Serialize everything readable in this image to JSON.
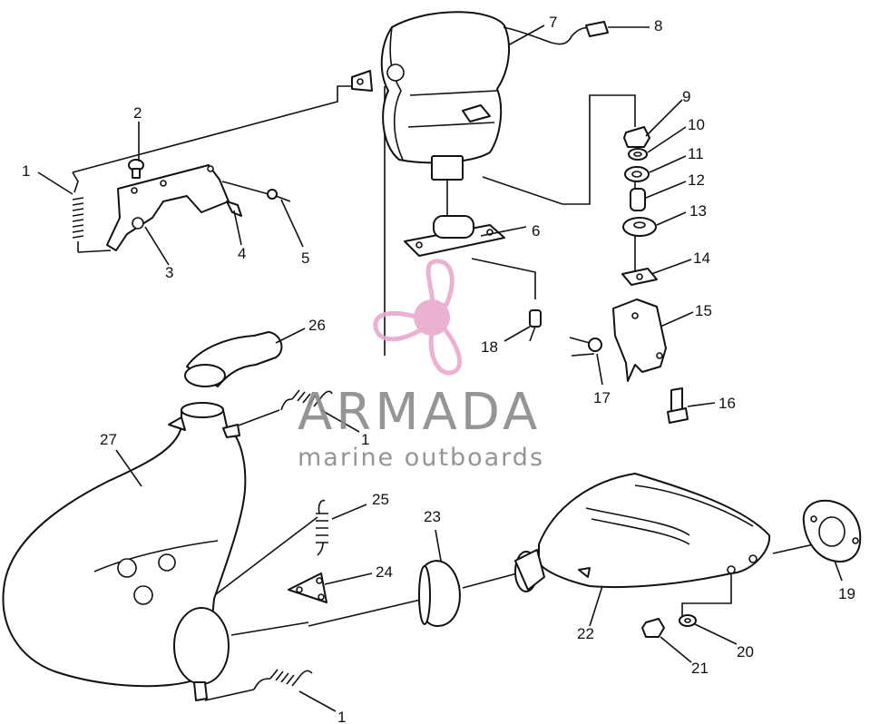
{
  "colors": {
    "line": "#111111",
    "watermark_pink": "#e8a9cf",
    "watermark_gray": "#8a8a8a"
  },
  "watermark": {
    "brand": "ARMADA",
    "tagline": "marine outboards",
    "logo_icon": "propeller-icon"
  },
  "callouts": [
    {
      "id": "c1a",
      "label": "1"
    },
    {
      "id": "c2",
      "label": "2"
    },
    {
      "id": "c3",
      "label": "3"
    },
    {
      "id": "c4",
      "label": "4"
    },
    {
      "id": "c5",
      "label": "5"
    },
    {
      "id": "c6",
      "label": "6"
    },
    {
      "id": "c7",
      "label": "7"
    },
    {
      "id": "c8",
      "label": "8"
    },
    {
      "id": "c9",
      "label": "9"
    },
    {
      "id": "c10",
      "label": "10"
    },
    {
      "id": "c11",
      "label": "11"
    },
    {
      "id": "c12",
      "label": "12"
    },
    {
      "id": "c13",
      "label": "13"
    },
    {
      "id": "c14",
      "label": "14"
    },
    {
      "id": "c15",
      "label": "15"
    },
    {
      "id": "c16",
      "label": "16"
    },
    {
      "id": "c17",
      "label": "17"
    },
    {
      "id": "c18",
      "label": "18"
    },
    {
      "id": "c19",
      "label": "19"
    },
    {
      "id": "c20",
      "label": "20"
    },
    {
      "id": "c21",
      "label": "21"
    },
    {
      "id": "c22",
      "label": "22"
    },
    {
      "id": "c23",
      "label": "23"
    },
    {
      "id": "c24",
      "label": "24"
    },
    {
      "id": "c25",
      "label": "25"
    },
    {
      "id": "c26",
      "label": "26"
    },
    {
      "id": "c27",
      "label": "27"
    },
    {
      "id": "c1b",
      "label": "1"
    },
    {
      "id": "c1c",
      "label": "1"
    }
  ]
}
